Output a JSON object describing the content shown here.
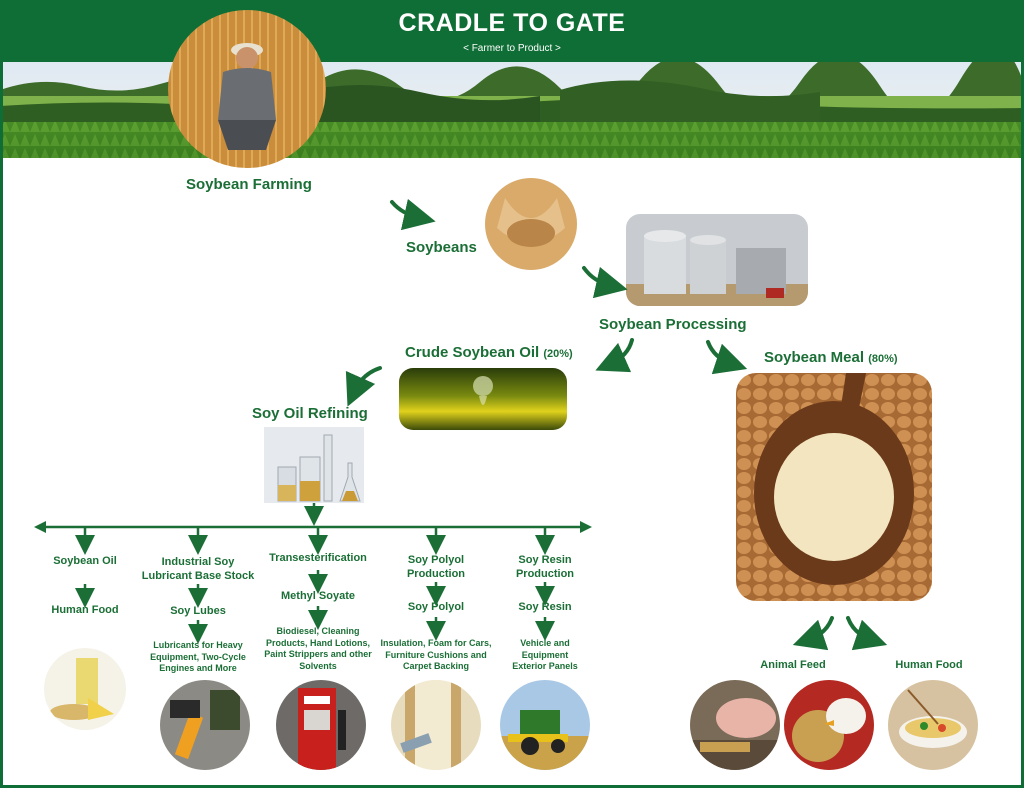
{
  "header": {
    "title": "CRADLE TO GATE",
    "subtitle": "< Farmer to Product >"
  },
  "colors": {
    "brand_green": "#0f6e36",
    "label_green": "#1b6f36",
    "background": "#ffffff"
  },
  "nodes": {
    "farming": "Soybean Farming",
    "soybeans": "Soybeans",
    "processing": "Soybean Processing",
    "crude_oil": "Crude Soybean Oil",
    "crude_oil_pct": "(20%)",
    "meal": "Soybean Meal",
    "meal_pct": "(80%)",
    "refining": "Soy Oil Refining",
    "animal_feed": "Animal Feed",
    "human_food": "Human Food"
  },
  "branches": [
    {
      "category": "Soybean Oil",
      "product": "Human Food",
      "uses": ""
    },
    {
      "category": "Industrial Soy Lubricant Base Stock",
      "product": "Soy Lubes",
      "uses": "Lubricants for Heavy Equipment, Two-Cycle Engines and More"
    },
    {
      "category": "Transesterification",
      "product": "Methyl Soyate",
      "uses": "Biodiesel, Cleaning Products, Hand Lotions, Paint Strippers and other Solvents"
    },
    {
      "category": "Soy Polyol Production",
      "product": "Soy Polyol",
      "uses": "Insulation, Foam for Cars, Furniture Cushions and Carpet Backing"
    },
    {
      "category": "Soy Resin Production",
      "product": "Soy Resin",
      "uses": "Vehicle and Equipment Exterior Panels"
    }
  ],
  "images": {
    "farmer": "farmer-in-soybean-field-photo",
    "soybeans": "hands-holding-soybeans-photo",
    "processing": "grain-silos-processing-plant-photo",
    "oil": "oil-drop-photo",
    "meal": "soybean-meal-spoon-photo",
    "refining": "lab-glassware-photo",
    "human_food_oil": "cooking-oil-food-photo",
    "lubes": "lubricant-application-photo",
    "biodiesel": "biodiesel-pump-photo",
    "polyol": "spray-foam-insulation-photo",
    "resin": "combine-harvester-photo",
    "animal_feed_pig": "pig-feeding-photo",
    "animal_feed_chicken": "chicken-feeding-photo",
    "human_food_meal": "noodle-bowl-photo"
  }
}
